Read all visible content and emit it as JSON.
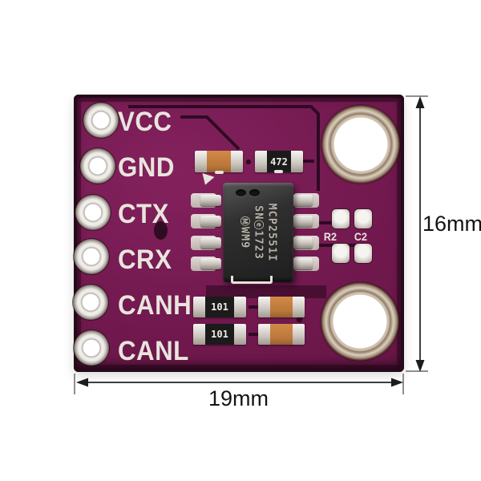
{
  "annotations": {
    "board_height": "16mm",
    "board_width": "19mm"
  },
  "board": {
    "pin_labels": [
      "VCC",
      "GND",
      "CTX",
      "CRX",
      "CANH",
      "CANL"
    ],
    "ic": {
      "line1": "MCP2551I",
      "line2_prefix": "SN",
      "line2_badge": "ⓔ",
      "line2_suffix": "1723",
      "line3_logo": "Ⓜ",
      "line3_text": "WM9"
    },
    "smd": {
      "top_resistor": "472",
      "bottom_resistor_1": "101",
      "bottom_resistor_2": "101"
    },
    "pad_labels": {
      "r2": "R2",
      "c2": "C2"
    },
    "colors": {
      "soldermask": "#72194F",
      "silkscreen": "#E9E4DD",
      "capacitor_body": "#C07C3E",
      "chip_body": "#2A2A2A",
      "dimension_line": "#3F3F3F",
      "background": "#FFFFFF"
    }
  }
}
